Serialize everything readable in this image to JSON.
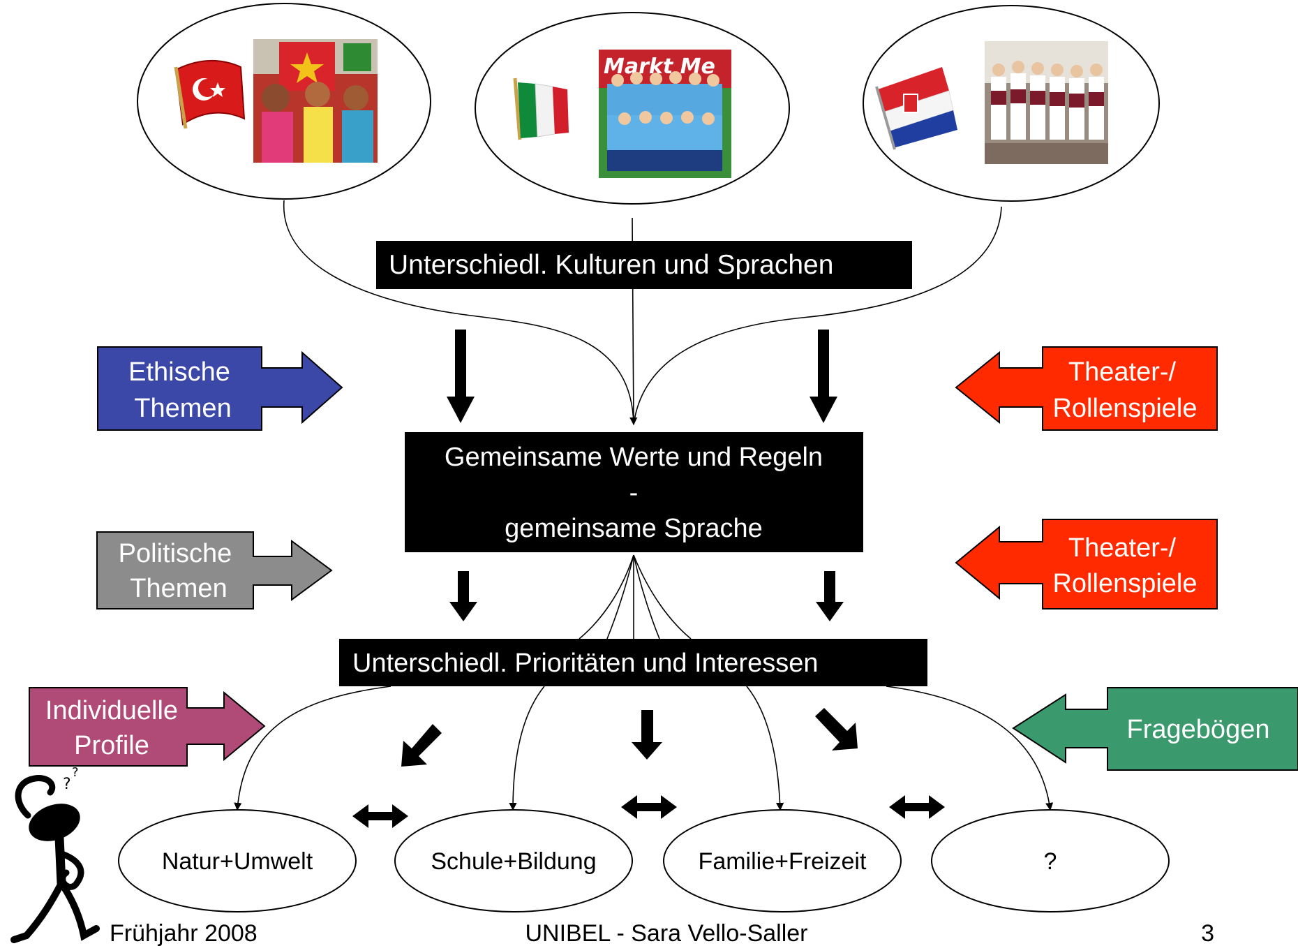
{
  "top_bar": {
    "text": "Unterschiedl. Kulturen und Sprachen"
  },
  "center_box": {
    "line1": "Gemeinsame Werte und Regeln",
    "line2": "-",
    "line3": "gemeinsame Sprache"
  },
  "bottom_bar": {
    "text": "Unterschiedl. Prioritäten und Interessen"
  },
  "side_arrows": {
    "ethisch": {
      "line1": "Ethische",
      "line2": "Themen",
      "color": "#3b48a8"
    },
    "politisch": {
      "line1": "Politische",
      "line2": "Themen",
      "color": "#8c8c8c"
    },
    "individuell": {
      "line1": "Individuelle",
      "line2": "Profile",
      "color": "#b04a77"
    },
    "theater_top": {
      "line1": "Theater-/",
      "line2": "Rollenspiele",
      "color": "#ff2a00"
    },
    "theater_mid": {
      "line1": "Theater-/",
      "line2": "Rollenspiele",
      "color": "#ff2a00"
    },
    "frageboegen": {
      "text": "Fragebögen",
      "color": "#3a9a6e"
    }
  },
  "topics": [
    {
      "label": "Natur+Umwelt"
    },
    {
      "label": "Schule+Bildung"
    },
    {
      "label": "Familie+Freizeit"
    },
    {
      "label": "?"
    }
  ],
  "culture_images": {
    "photo2_sign_text": "Markt Me"
  },
  "footer": {
    "left": "Frühjahr 2008",
    "center": "UNIBEL - Sara Vello-Saller",
    "page": "3"
  }
}
